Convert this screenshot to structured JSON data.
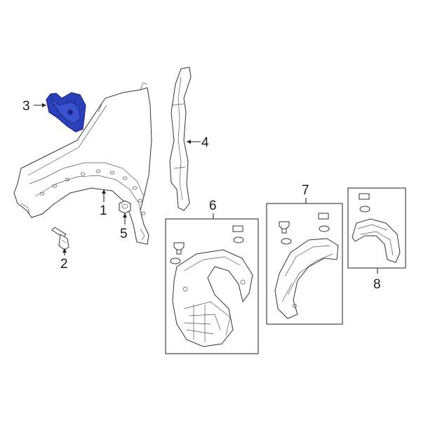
{
  "callouts": [
    {
      "id": "1",
      "text": "1"
    },
    {
      "id": "2",
      "text": "2"
    },
    {
      "id": "3",
      "text": "3"
    },
    {
      "id": "4",
      "text": "4"
    },
    {
      "id": "5",
      "text": "5"
    },
    {
      "id": "6",
      "text": "6"
    },
    {
      "id": "7",
      "text": "7"
    },
    {
      "id": "8",
      "text": "8"
    }
  ],
  "colors": {
    "highlight": "#2a3fb8",
    "highlight_dark": "#1a2a8a",
    "line": "#333333"
  }
}
